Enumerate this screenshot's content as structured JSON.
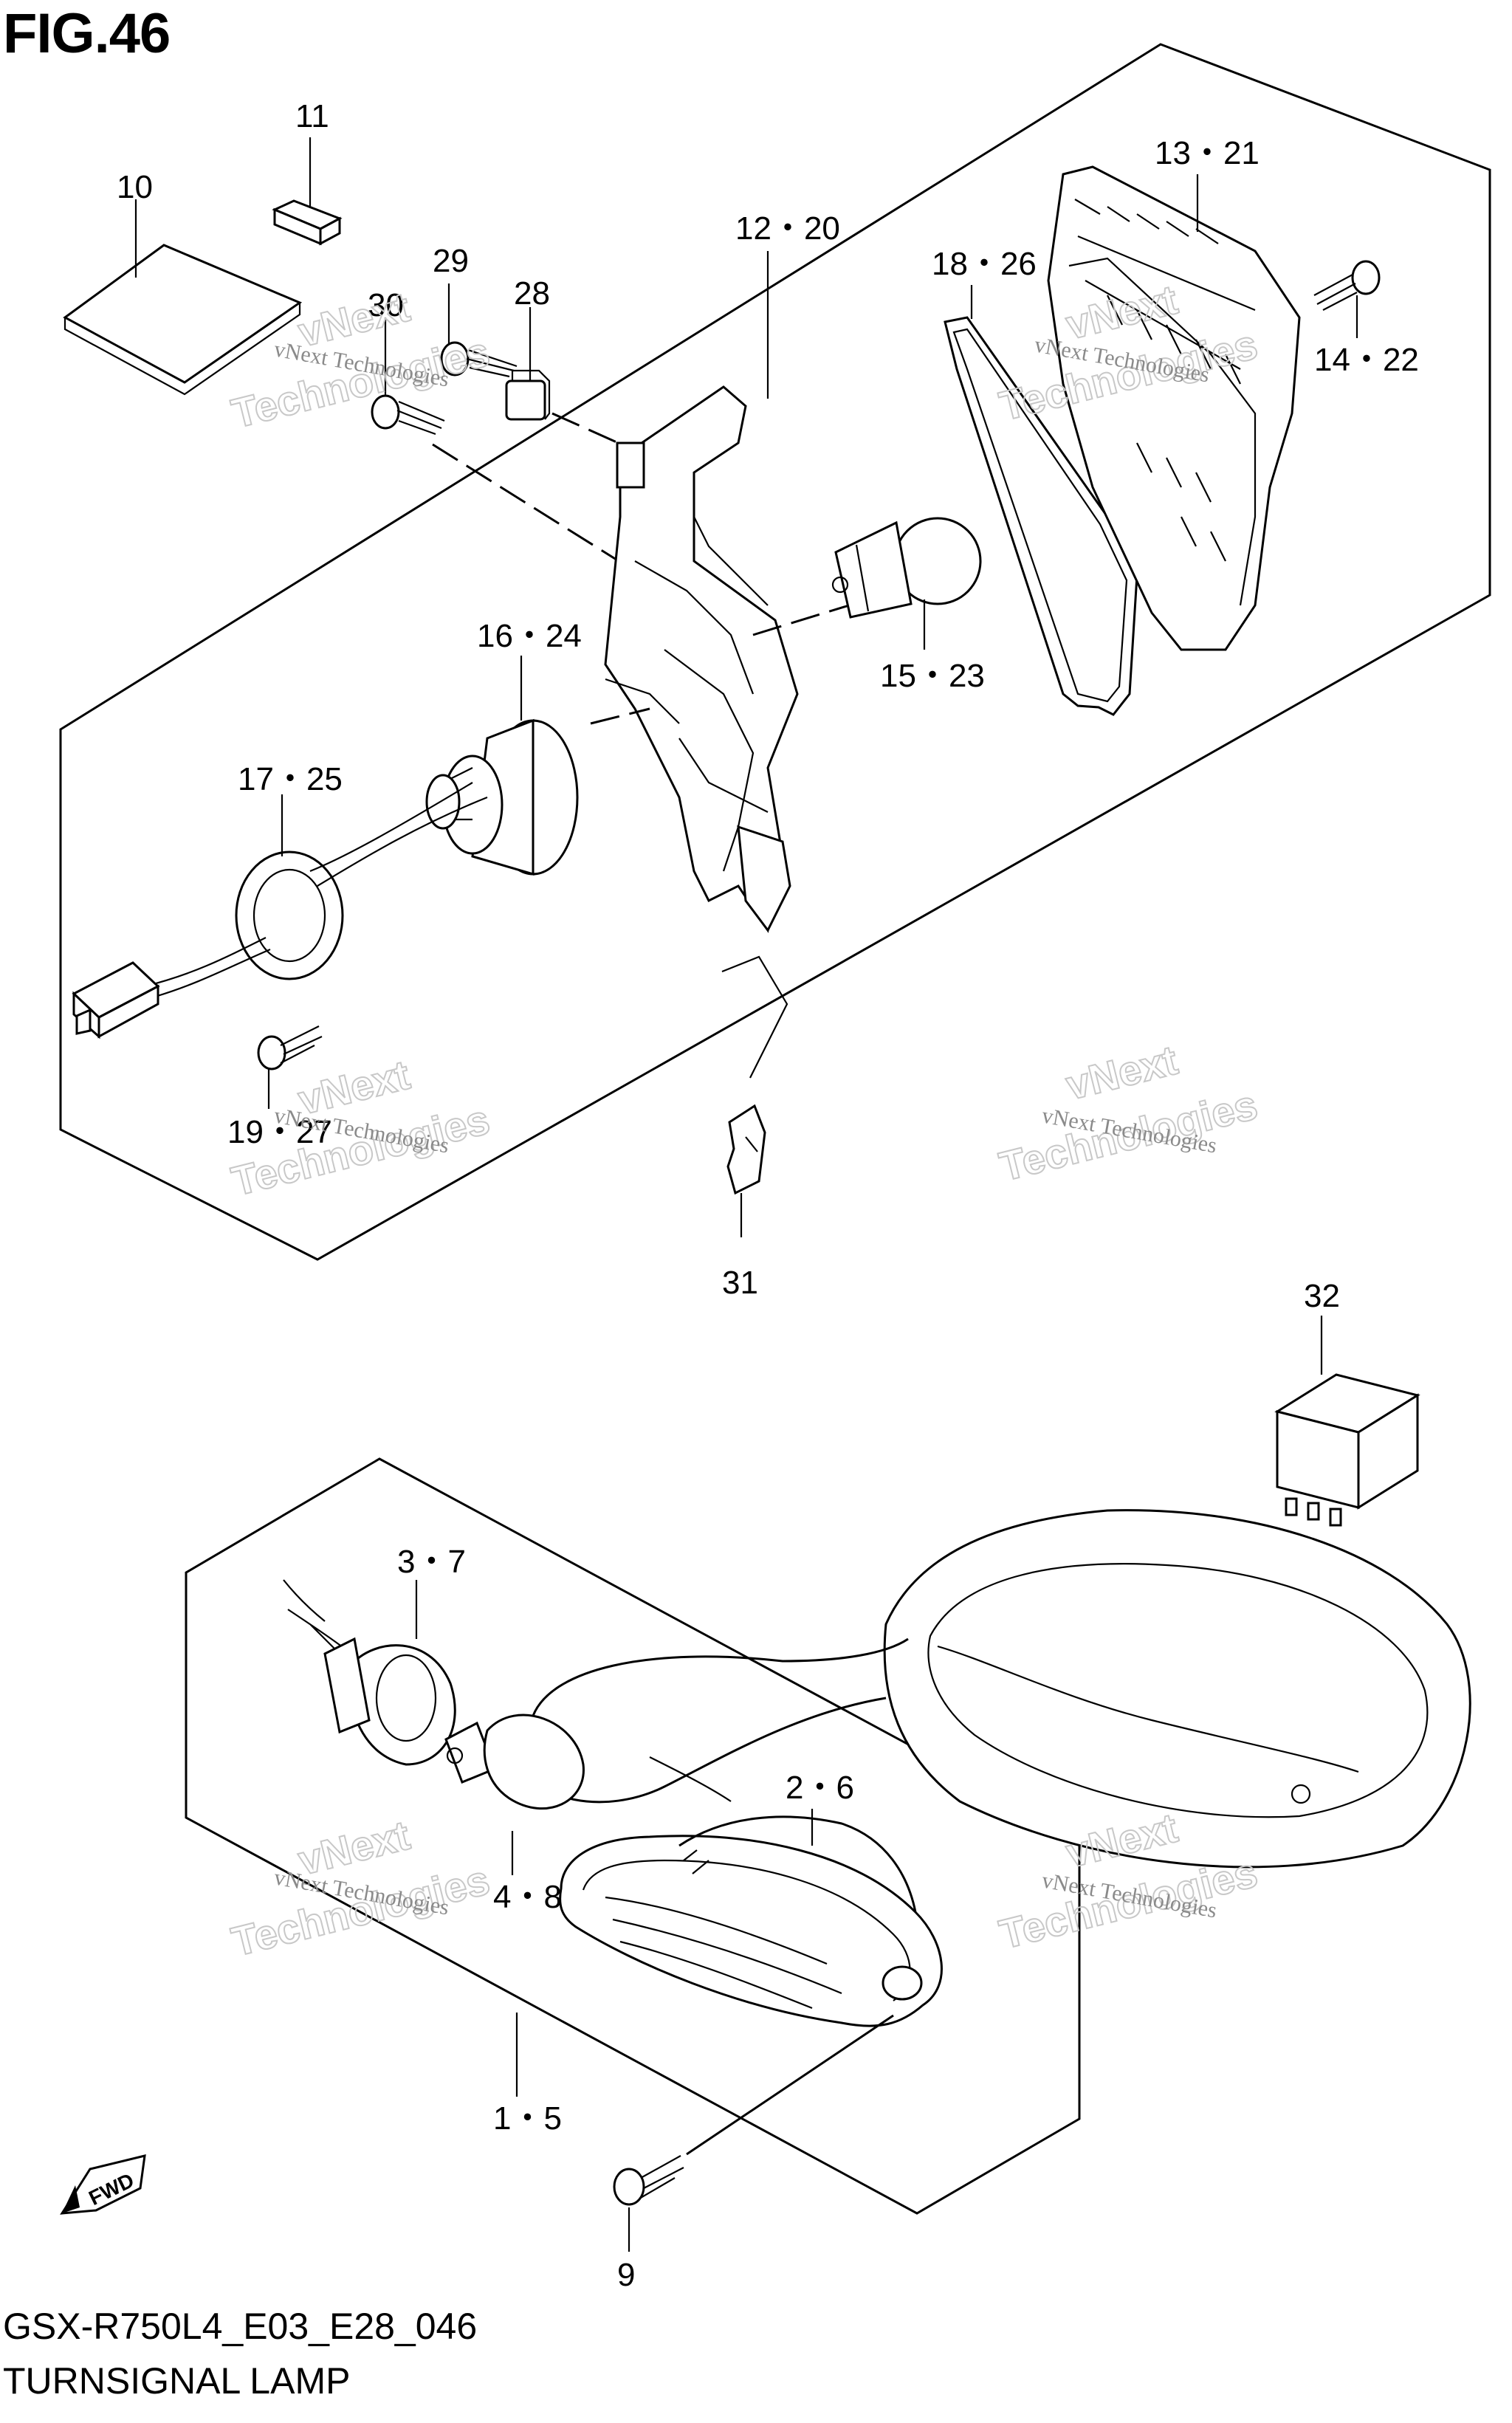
{
  "figure": {
    "title": "FIG.46",
    "model_code": "GSX-R750L4_E03_E28_046",
    "section_name": "TURNSIGNAL LAMP"
  },
  "watermark": {
    "line1": "vNext Technologies",
    "line2": "vNext",
    "line3": "Technologies"
  },
  "fwd_badge": {
    "label": "FWD"
  },
  "part_labels": {
    "p1": "1・5",
    "p2": "2・6",
    "p3": "3・7",
    "p4": "4・8",
    "p9": "9",
    "p10": "10",
    "p11": "11",
    "p12": "12・20",
    "p13": "13・21",
    "p14": "14・22",
    "p15": "15・23",
    "p16": "16・24",
    "p17": "17・25",
    "p18": "18・26",
    "p19": "19・27",
    "p28": "28",
    "p29": "29",
    "p30": "30",
    "p31": "31",
    "p32": "32"
  }
}
